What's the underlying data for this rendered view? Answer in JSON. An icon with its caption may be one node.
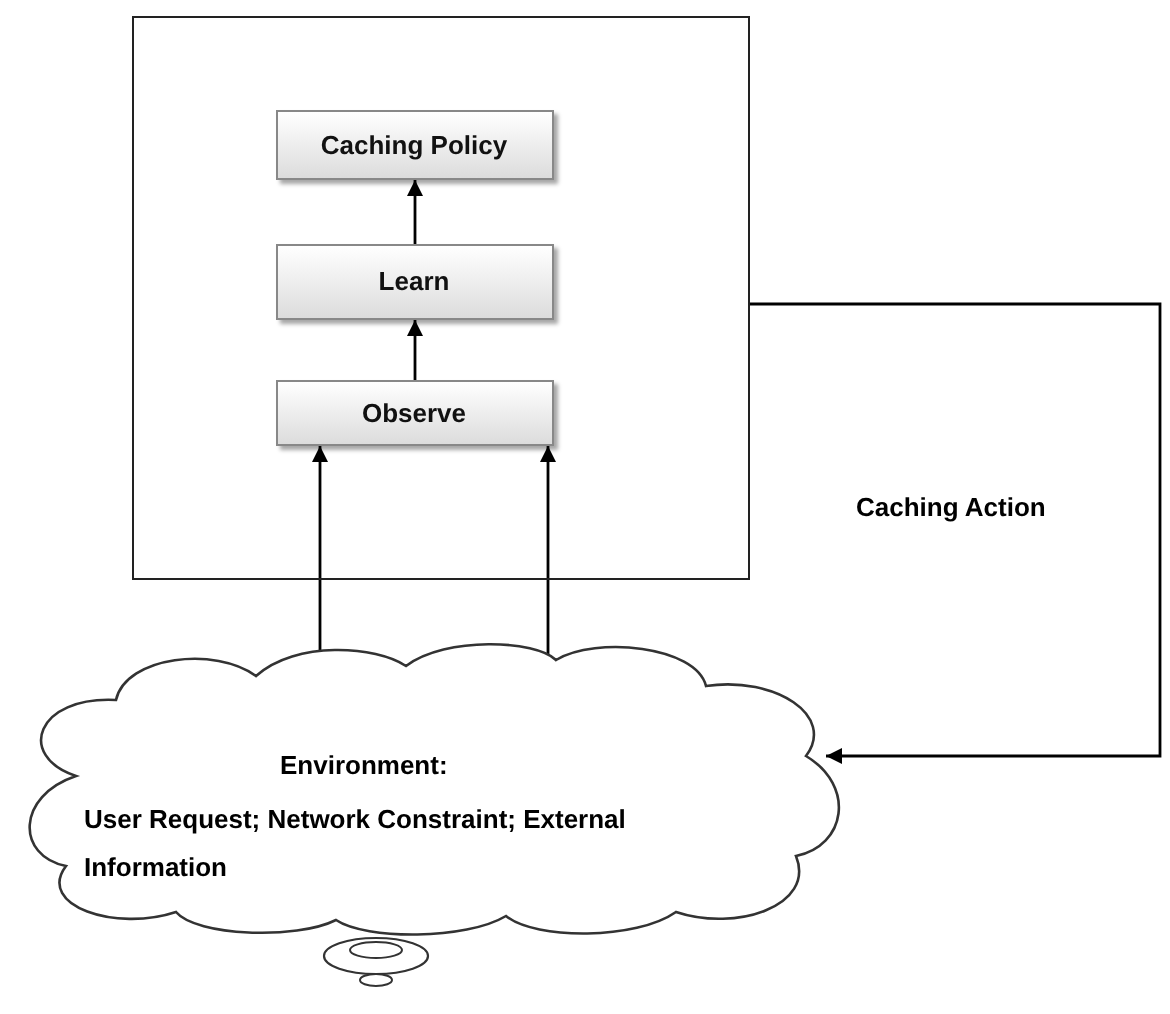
{
  "diagram": {
    "nodes": [
      {
        "text": [],
        "shape": "box"
      },
      {
        "text": [
          "Caching Policy"
        ],
        "in": 0
      },
      {
        "text": [
          "Learn"
        ],
        "in": 0
      },
      {
        "text": [
          "Observe"
        ],
        "in": 0
      },
      {
        "text": [
          "Environment:",
          "User Request; Network Constraint; External Information"
        ]
      }
    ],
    "edges": [
      {
        "from": 3,
        "to": 2,
        "arrow": "to"
      },
      {
        "from": 2,
        "to": 1,
        "arrow": "to"
      },
      {
        "from": 4,
        "to": 3,
        "arrow": "to"
      },
      {
        "from": 4,
        "to": 3,
        "arrow": "to"
      },
      {
        "from": 0,
        "to": 4,
        "arrow": "to",
        "label": "Caching Action"
      }
    ]
  }
}
